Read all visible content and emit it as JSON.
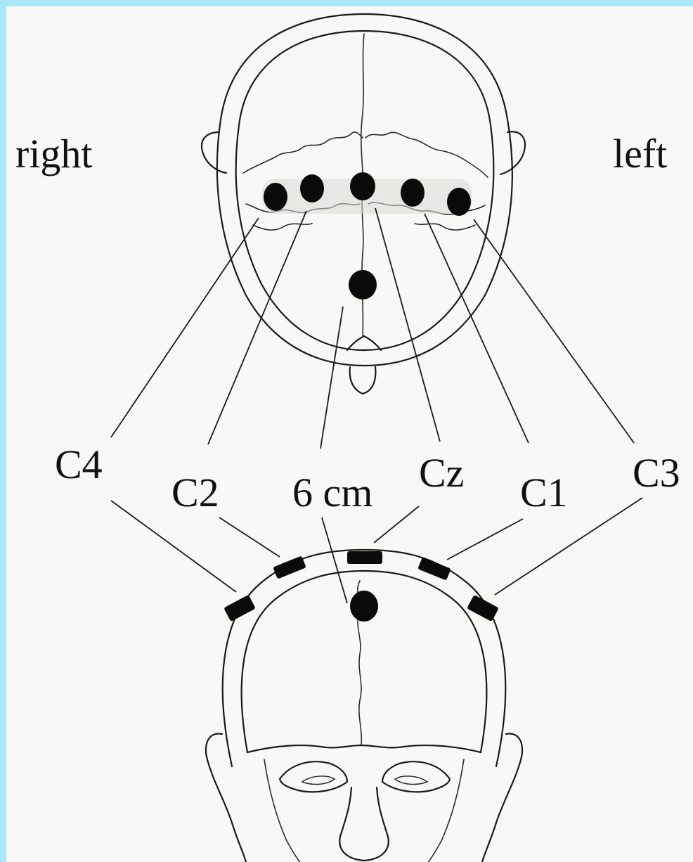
{
  "side_labels": {
    "right": "right",
    "left": "left"
  },
  "electrodes": {
    "c4": "C4",
    "c2": "C2",
    "cz": "Cz",
    "c1": "C1",
    "c3": "C3"
  },
  "distance_label": "6 cm",
  "colors": {
    "frame": "#a8e8f8",
    "paper": "#f8f8f6",
    "ink": "#1a1a1a"
  }
}
